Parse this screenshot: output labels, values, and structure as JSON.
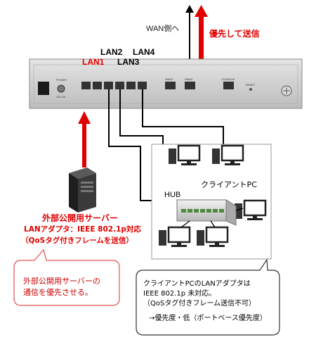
{
  "colors": {
    "accent_red": "#e00000",
    "router_gray": "#c9c9c9",
    "callout_red_border": "#e05050"
  },
  "router": {
    "port_labels": {
      "lan1": "LAN1",
      "lan2": "LAN2",
      "lan3": "LAN3",
      "lan4": "LAN4"
    },
    "small_text": [
      "POWER",
      "12V 3A",
      "WAN1",
      "WAN2",
      "CONSOLE",
      "RESET"
    ]
  },
  "wan": {
    "label": "WAN側へ",
    "priority_label": "優先して送信"
  },
  "server": {
    "title": "外部公開用サーバー",
    "adapter_line": "LANアダプタ：IEEE 802.1p対応",
    "qos_line": "（QoSタグ付きフレームを送信）"
  },
  "hub": {
    "label": "HUB"
  },
  "client_area": {
    "label": "クライアントPC"
  },
  "callout_left": {
    "lines": [
      "外部公開用サーバーの",
      "通信を優先させる。"
    ]
  },
  "callout_right": {
    "lines": [
      "クライアントPCのLANアダプタは",
      "IEEE 802.1p 未対応。",
      "（QoSタグ付きフレーム送信不可）",
      "→優先度・低（ポートベース優先度）"
    ]
  }
}
